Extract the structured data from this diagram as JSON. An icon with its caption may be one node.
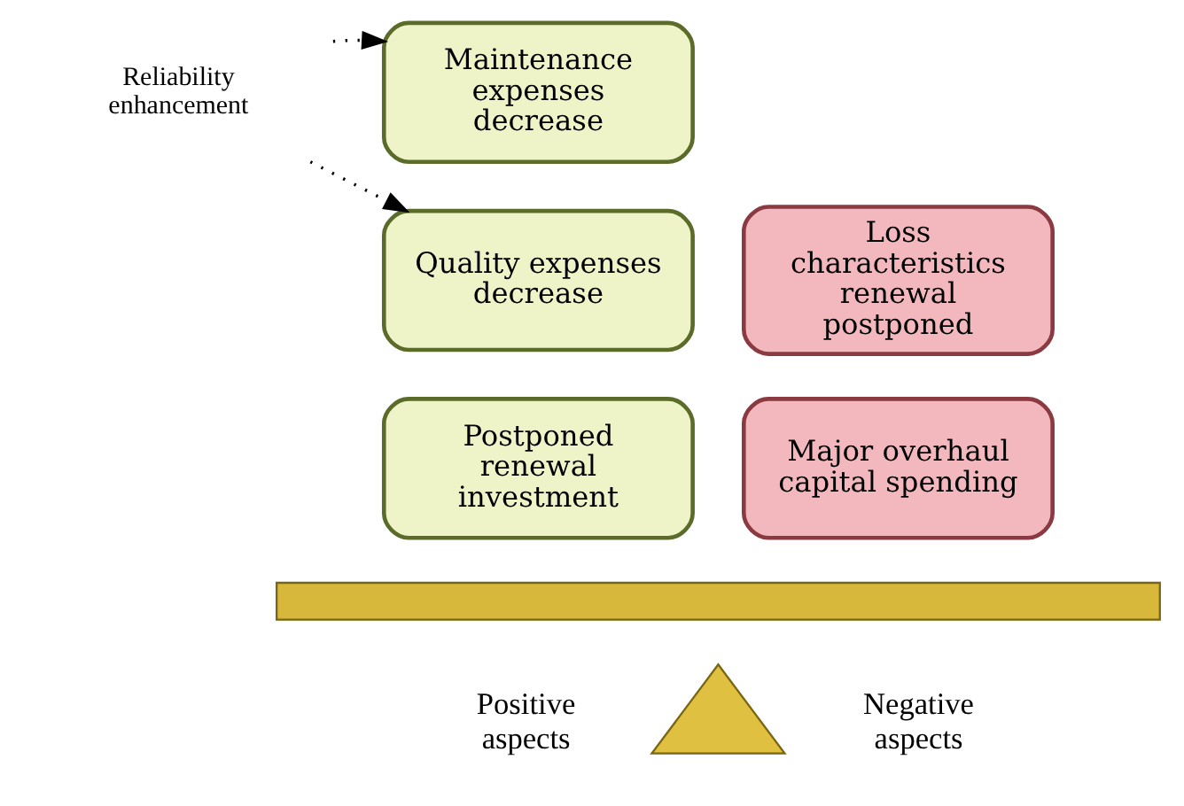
{
  "diagram": {
    "nodes": [
      {
        "text": [
          "Reliability enhancement"
        ]
      },
      {
        "text": [
          "Maintenance expenses decrease"
        ]
      },
      {
        "text": [
          "Quality expenses decrease"
        ]
      },
      {
        "text": [
          "Postponed renewal investment"
        ]
      },
      {
        "text": [
          "Loss characteristics renewal postponed"
        ]
      },
      {
        "text": [
          "Major overhaul capital spending"
        ]
      },
      {
        "text": [],
        "shape": "bar"
      },
      {
        "text": [],
        "shape": "triangle"
      }
    ],
    "edges": [
      {
        "from": 0,
        "to": 1,
        "arrow": "to",
        "style": "dashed"
      },
      {
        "from": 0,
        "to": 2,
        "arrow": "to",
        "style": "dashed"
      }
    ],
    "labels": [
      "Positive aspects",
      "Negative aspects"
    ]
  }
}
